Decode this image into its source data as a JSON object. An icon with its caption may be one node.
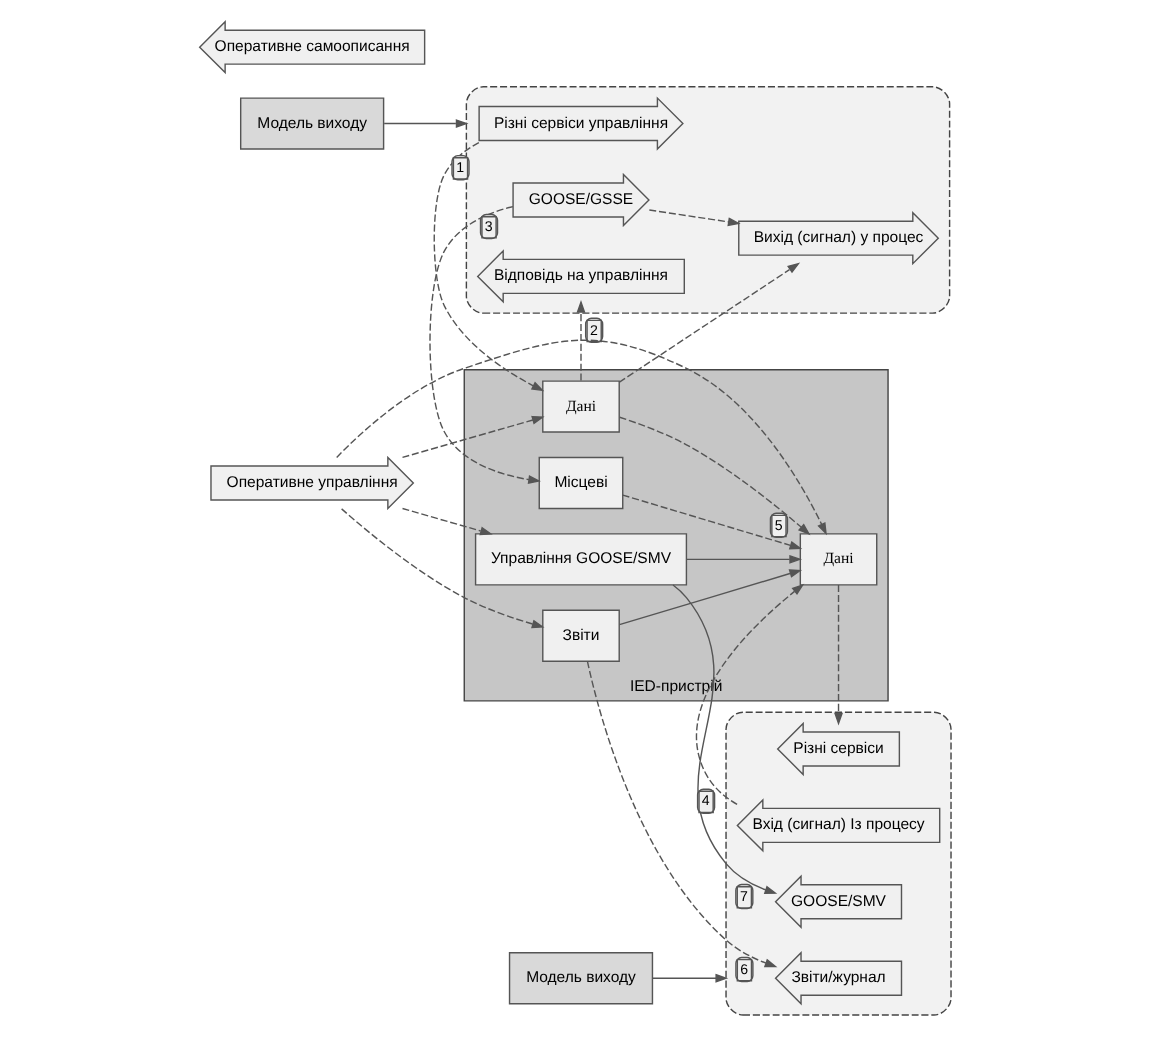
{
  "diagram": {
    "nodes": [
      {
        "text": [],
        "shape": "box"
      },
      {
        "text": [
          "Модель виходу"
        ]
      },
      {
        "text": [
          "Різні сервіси управління"
        ],
        "in": 0
      },
      {
        "text": [
          "Відповідь на управління"
        ],
        "in": 0
      },
      {
        "text": [
          "GOOSE/GSSE"
        ],
        "in": 0
      },
      {
        "text": [
          "IED-пристрій"
        ]
      },
      {
        "text": [
          "Дані"
        ],
        "in": 5
      },
      {
        "text": [
          "Місцеві"
        ],
        "in": 5
      },
      {
        "text": [
          "Вихід (сигнал) у процес"
        ],
        "in": 0
      },
      {
        "text": [
          "Оперативне управління"
        ]
      },
      {
        "text": [
          "Оперативне самоописання"
        ]
      },
      {
        "text": [],
        "shape": "box"
      },
      {
        "text": [
          "Звіти/журнал"
        ],
        "in": 11
      },
      {
        "text": [
          "Різні сервіси"
        ],
        "in": 11
      },
      {
        "text": [
          "GOOSE/SMV"
        ],
        "in": 11
      },
      {
        "text": [
          "Звіти"
        ],
        "in": 5
      },
      {
        "text": [
          "Дані"
        ],
        "in": 5
      },
      {
        "text": [
          "Управління GOOSE/SMV"
        ],
        "in": 5
      },
      {
        "text": [
          "Вхід (сигнал) Із процесу"
        ],
        "in": 11
      },
      {
        "text": [
          "Модель виходу"
        ]
      }
    ],
    "edges": [
      {
        "from": 1,
        "to": 0,
        "arrow": "to"
      },
      {
        "from": 2,
        "to": 6,
        "arrow": "to",
        "style": "dashed",
        "label": "1"
      },
      {
        "from": 6,
        "to": 3,
        "arrow": "to",
        "style": "dashed",
        "label": "2"
      },
      {
        "from": 6,
        "to": 8,
        "arrow": "to",
        "style": "dashed"
      },
      {
        "from": 4,
        "to": 7,
        "arrow": "to",
        "style": "dashed",
        "label": "3"
      },
      {
        "from": 4,
        "to": 8,
        "arrow": "to",
        "style": "dashed"
      },
      {
        "from": 9,
        "to": 6,
        "arrow": "to",
        "style": "dashed"
      },
      {
        "from": 9,
        "to": 15,
        "arrow": "to",
        "style": "dashed"
      },
      {
        "from": 9,
        "to": 16,
        "arrow": "to",
        "style": "dashed"
      },
      {
        "from": 9,
        "to": 17,
        "arrow": "to",
        "style": "dashed"
      },
      {
        "from": 7,
        "to": 16,
        "arrow": "to",
        "style": "dashed"
      },
      {
        "from": 6,
        "to": 16,
        "arrow": "to",
        "style": "dashed",
        "label": "5"
      },
      {
        "from": 15,
        "to": 16,
        "arrow": "to"
      },
      {
        "from": 17,
        "to": 16,
        "arrow": "to"
      },
      {
        "from": 15,
        "to": 12,
        "arrow": "to",
        "style": "dashed",
        "label": "6"
      },
      {
        "from": 18,
        "to": 16,
        "arrow": "to",
        "style": "dashed",
        "label": "4"
      },
      {
        "from": 16,
        "to": 13,
        "arrow": "to",
        "style": "dashed"
      },
      {
        "from": 17,
        "to": 14,
        "arrow": "to",
        "label": "7"
      },
      {
        "from": 19,
        "to": 11,
        "arrow": "to"
      }
    ]
  }
}
